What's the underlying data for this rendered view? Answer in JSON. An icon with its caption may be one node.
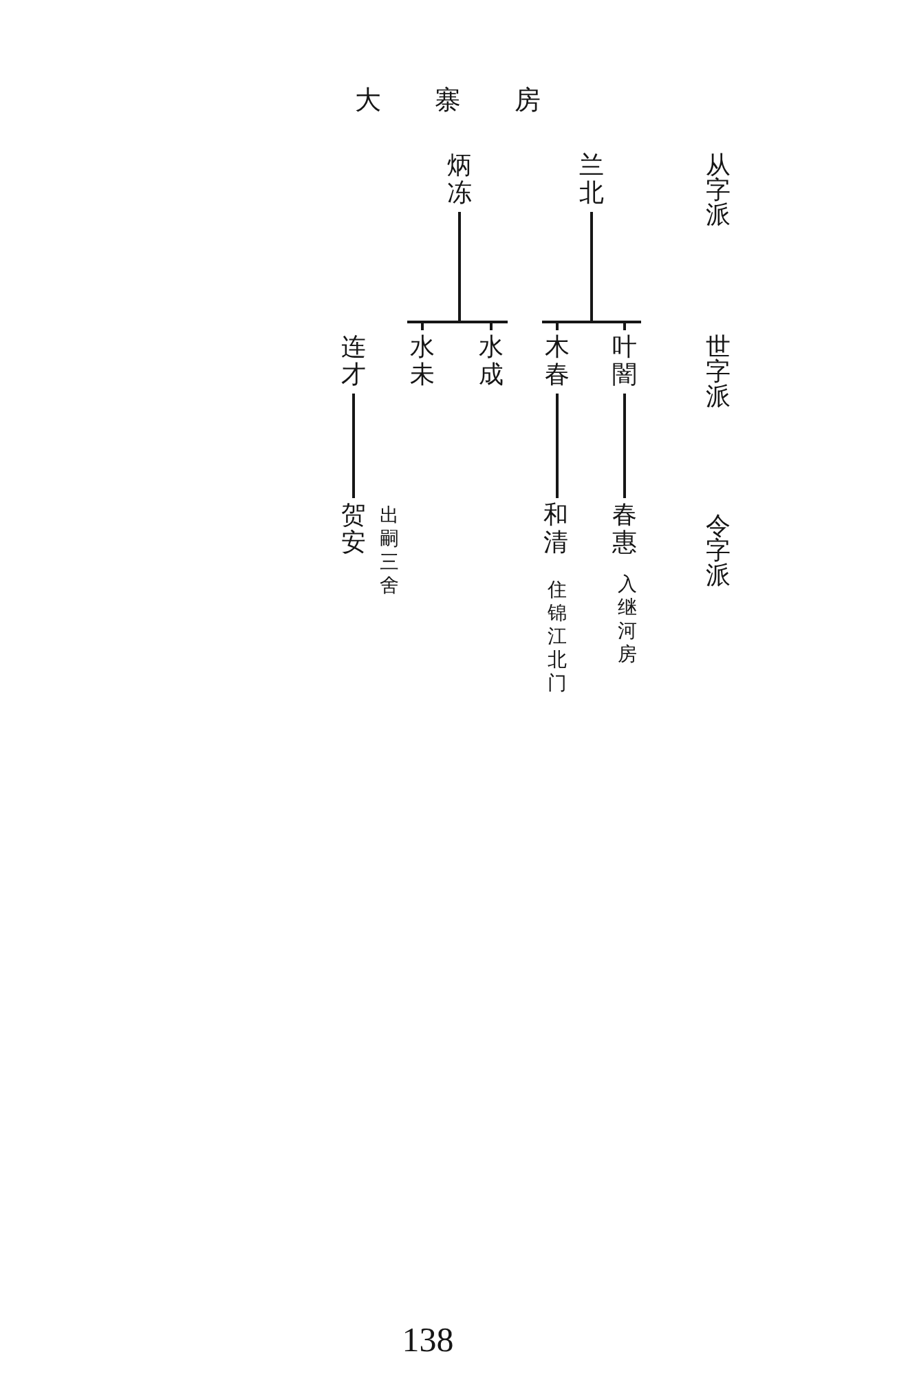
{
  "diagram": {
    "title": "大寨房",
    "nodes": [
      {
        "text": [
          "兰北"
        ]
      },
      {
        "text": [
          "炳冻"
        ]
      },
      {
        "text": [
          "叶闇"
        ]
      },
      {
        "text": [
          "木春"
        ]
      },
      {
        "text": [
          "水成"
        ]
      },
      {
        "text": [
          "水未"
        ]
      },
      {
        "text": [
          "连才"
        ]
      },
      {
        "text": [
          "春惠"
        ],
        "beside": [
          "入继河房"
        ]
      },
      {
        "text": [
          "和清"
        ],
        "beside": [
          "住锦江北门"
        ]
      },
      {
        "text": [
          "贺安"
        ],
        "beside": [
          "出嗣三舍"
        ]
      }
    ],
    "edges": [
      {
        "from": 0,
        "to": 2,
        "arrow": "none"
      },
      {
        "from": 0,
        "to": 3,
        "arrow": "none"
      },
      {
        "from": 1,
        "to": 4,
        "arrow": "none"
      },
      {
        "from": 1,
        "to": 5,
        "arrow": "none"
      },
      {
        "from": 2,
        "to": 7,
        "arrow": "none"
      },
      {
        "from": 3,
        "to": 8,
        "arrow": "none"
      },
      {
        "from": 6,
        "to": 9,
        "arrow": "none"
      }
    ],
    "labels": [
      "从字派",
      "世字派",
      "令字派",
      "138"
    ]
  }
}
